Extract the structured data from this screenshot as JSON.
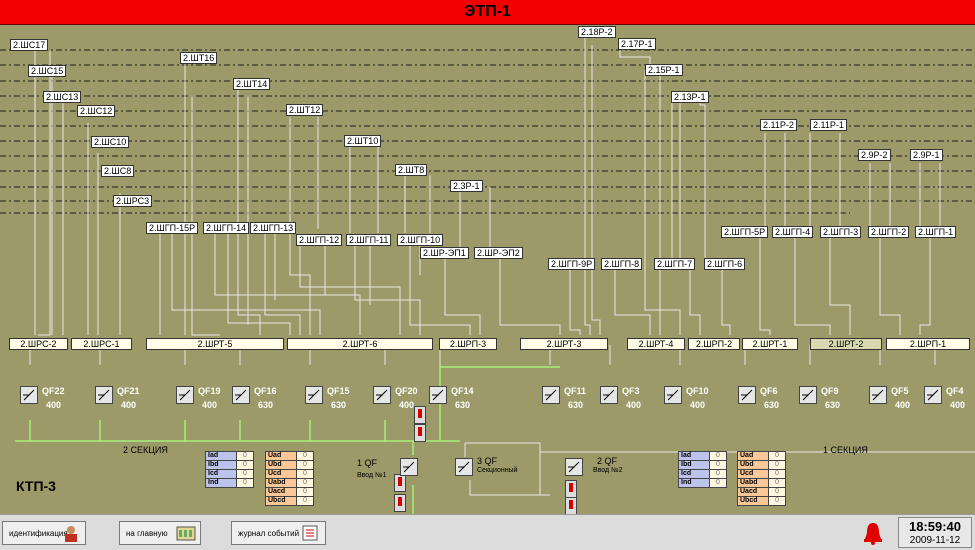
{
  "title": "ЭТП-1",
  "substation": "КТП-3",
  "sections": {
    "left": "2 СЕКЦИЯ",
    "right": "1 СЕКЦИЯ"
  },
  "top_labels": [
    "2.ШС17",
    "2.ШС15",
    "2.ШС13",
    "2.ШС12",
    "2.ШС10",
    "2.ШС8",
    "2.ШРС3",
    "2.ШТ16",
    "2.ШТ14",
    "2.ШТ12",
    "2.ШТ10",
    "2.ШТ8",
    "2.3Р-1",
    "2.18Р-2",
    "2.17Р-1",
    "2.15Р-1",
    "2.13Р-1",
    "2.11Р-2",
    "2.11Р-1",
    "2.9Р-2",
    "2.9Р-1"
  ],
  "mid_labels": [
    "2.ШГП-15Р",
    "2.ШГП-14",
    "2.ШГП-13",
    "2.ШГП-12",
    "2.ШГП-11",
    "2.ШГП-10",
    "2.ШР-ЭП1",
    "2.ШР-ЭП2",
    "2.ШГП-9Р",
    "2.ШГП-8",
    "2.ШГП-7",
    "2.ШГП-6",
    "2.ШГП-5Р",
    "2.ШГП-4",
    "2.ШГП-3",
    "2.ШГП-2",
    "2.ШГП-1"
  ],
  "bus_labels": [
    "2.ШРС-2",
    "2.ШРС-1",
    "2.ШРТ-5",
    "2.ШРТ-6",
    "2.ШРП-3",
    "2.ШРТ-3",
    "2.ШРТ-4",
    "2.ШРП-2",
    "2.ШРТ-1",
    "2.ШРТ-2",
    "2.ШРП-1"
  ],
  "breakers": [
    {
      "name": "QF22",
      "rating": "400"
    },
    {
      "name": "QF21",
      "rating": "400"
    },
    {
      "name": "QF19",
      "rating": "400"
    },
    {
      "name": "QF16",
      "rating": "630"
    },
    {
      "name": "QF15",
      "rating": "630"
    },
    {
      "name": "QF20",
      "rating": "400"
    },
    {
      "name": "QF14",
      "rating": "630"
    },
    {
      "name": "QF11",
      "rating": "630"
    },
    {
      "name": "QF3",
      "rating": "400"
    },
    {
      "name": "QF10",
      "rating": "400"
    },
    {
      "name": "QF6",
      "rating": "630"
    },
    {
      "name": "QF9",
      "rating": "630"
    },
    {
      "name": "QF5",
      "rating": "400"
    },
    {
      "name": "QF4",
      "rating": "400"
    }
  ],
  "inputs": {
    "qf1": {
      "name": "1 QF",
      "desc": "Ввод №1"
    },
    "qf3": {
      "name": "3 QF",
      "desc": "Секционный"
    },
    "qf2": {
      "name": "2 QF",
      "desc": "Ввод №2"
    }
  },
  "meters": {
    "left_currents": [
      {
        "k": "Iad",
        "v": "0"
      },
      {
        "k": "Ibd",
        "v": "0"
      },
      {
        "k": "Icd",
        "v": "0"
      },
      {
        "k": "Ind",
        "v": "0"
      }
    ],
    "left_voltages": [
      {
        "k": "Uad",
        "v": "0"
      },
      {
        "k": "Ubd",
        "v": "0"
      },
      {
        "k": "Ucd",
        "v": "0"
      },
      {
        "k": "Uabd",
        "v": "0"
      },
      {
        "k": "Uacd",
        "v": "0"
      },
      {
        "k": "Ubcd",
        "v": "0"
      }
    ],
    "right_currents": [
      {
        "k": "Iad",
        "v": "0"
      },
      {
        "k": "Ibd",
        "v": "0"
      },
      {
        "k": "Icd",
        "v": "0"
      },
      {
        "k": "Ind",
        "v": "0"
      }
    ],
    "right_voltages": [
      {
        "k": "Uad",
        "v": "0"
      },
      {
        "k": "Ubd",
        "v": "0"
      },
      {
        "k": "Ucd",
        "v": "0"
      },
      {
        "k": "Uabd",
        "v": "0"
      },
      {
        "k": "Uacd",
        "v": "0"
      },
      {
        "k": "Ubcd",
        "v": "0"
      }
    ]
  },
  "nav": {
    "identify": "идентификация",
    "home": "на главную",
    "journal": "журнал событий"
  },
  "clock": {
    "time": "18:59:40",
    "date": "2009-11-12"
  },
  "colors": {
    "background": "#9b9a68",
    "title": "#f20000",
    "bus_line": "#a6f07a",
    "wire": "#e8e8e8"
  }
}
